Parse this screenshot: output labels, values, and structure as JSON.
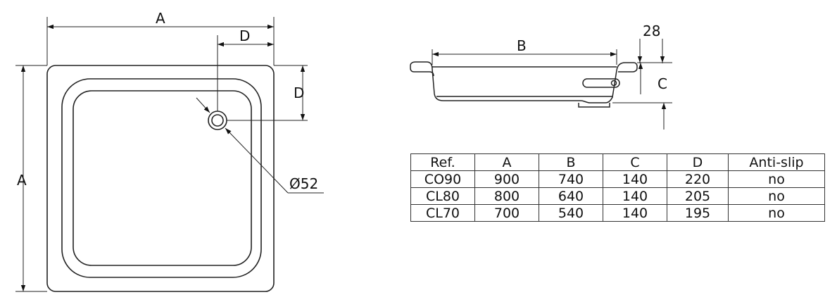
{
  "top_view": {
    "dim_width_label": "A",
    "dim_height_label": "A",
    "dim_drain_x_label": "D",
    "dim_drain_y_label": "D",
    "drain_diameter_label": "Ø52"
  },
  "side_view": {
    "dim_length_label": "B",
    "dim_height_label": "C",
    "dim_rim_label": "28"
  },
  "spec_table": {
    "headers": [
      "Ref.",
      "A",
      "B",
      "C",
      "D",
      "Anti-slip"
    ],
    "rows": [
      [
        "CO90",
        "900",
        "740",
        "140",
        "220",
        "no"
      ],
      [
        "CL80",
        "800",
        "640",
        "140",
        "205",
        "no"
      ],
      [
        "CL70",
        "700",
        "540",
        "140",
        "195",
        "no"
      ]
    ]
  }
}
